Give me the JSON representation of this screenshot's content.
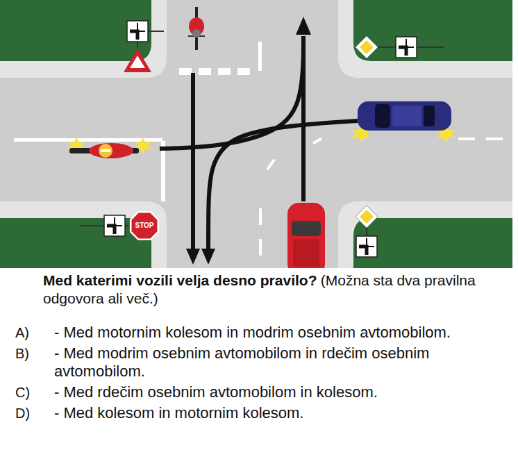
{
  "diagram": {
    "nodes": [
      {
        "text": [
          "STOP"
        ]
      }
    ],
    "labels": [
      "Med katerimi vozili velja desno pravilo?",
      "(Možna sta dva pravilna odgovora ali več.)",
      "A)",
      "- Med motornim kolesom in modrim osebnim avtomobilom.",
      "B)",
      "- Med modrim osebnim avtomobilom in rdečim osebnim avtomobilom.",
      "C)",
      "- Med rdečim osebnim avtomobilom in kolesom.",
      "D)",
      "- Med kolesom in motornim kolesom."
    ]
  }
}
